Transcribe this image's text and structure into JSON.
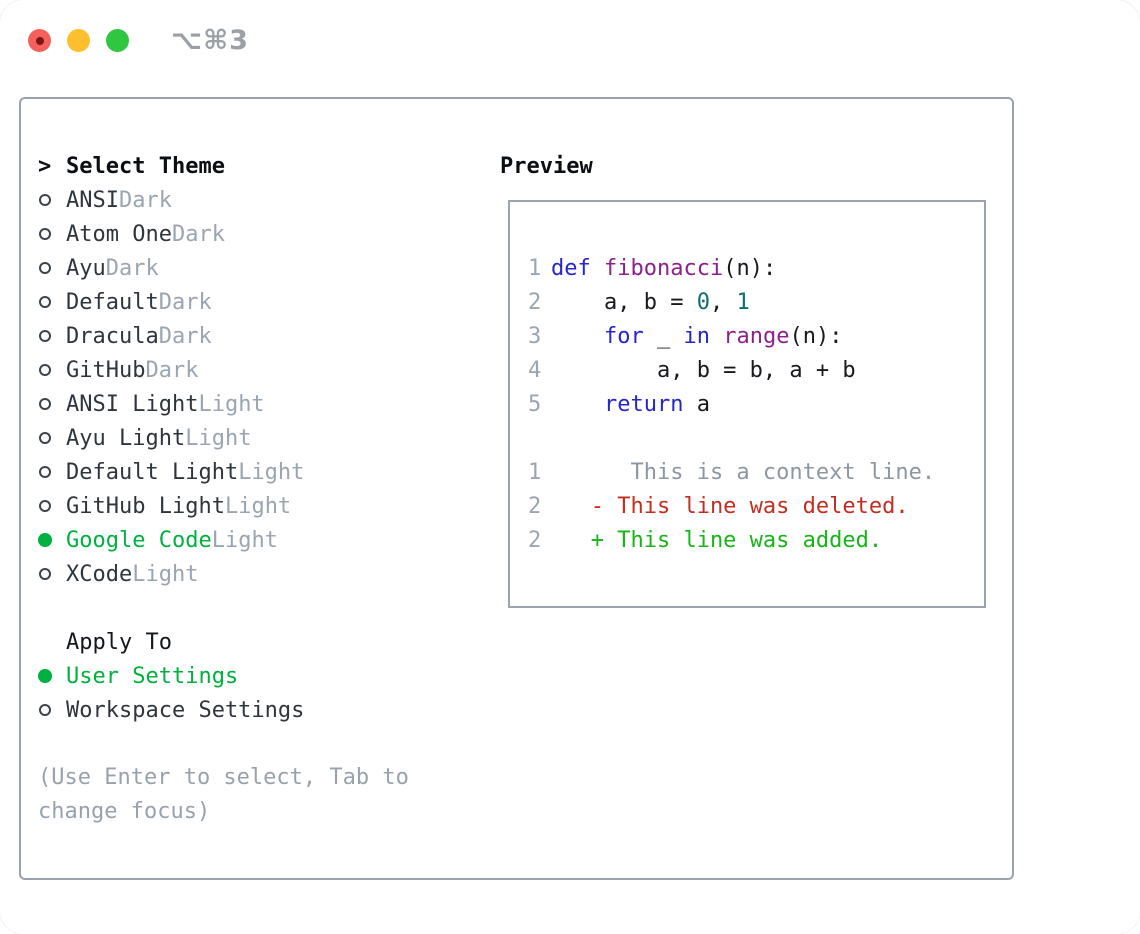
{
  "colors": {
    "keyword": "#2626c9",
    "function": "#8c218c",
    "literal": "#0d6f6f",
    "plain": "#17191c",
    "linenum": "#9aa5b1",
    "context": "#8d97a1",
    "deleted": "#c22f21",
    "added": "#17b517",
    "selected_green": "#00b140",
    "border_gray": "#9aa2ad"
  },
  "titlebar": {
    "shortcut": "⌥⌘3",
    "traffic_lights": [
      {
        "name": "close-button",
        "color": "#f4615c",
        "inner": "#791711"
      },
      {
        "name": "minimize-button",
        "color": "#fcbf2d",
        "inner": ""
      },
      {
        "name": "zoom-button",
        "color": "#30c640",
        "inner": ""
      }
    ]
  },
  "panel": {
    "select_theme": {
      "prompt": ">",
      "header": "Select Theme",
      "items": [
        {
          "name": "ANSI",
          "variant": "Dark",
          "selected": false
        },
        {
          "name": "Atom One",
          "variant": "Dark",
          "selected": false
        },
        {
          "name": "Ayu",
          "variant": "Dark",
          "selected": false
        },
        {
          "name": "Default",
          "variant": "Dark",
          "selected": false
        },
        {
          "name": "Dracula",
          "variant": "Dark",
          "selected": false
        },
        {
          "name": "GitHub",
          "variant": "Dark",
          "selected": false
        },
        {
          "name": "ANSI Light",
          "variant": "Light",
          "selected": false
        },
        {
          "name": "Ayu Light",
          "variant": "Light",
          "selected": false
        },
        {
          "name": "Default Light",
          "variant": "Light",
          "selected": false
        },
        {
          "name": "GitHub Light",
          "variant": "Light",
          "selected": false
        },
        {
          "name": "Google Code",
          "variant": "Light",
          "selected": true
        },
        {
          "name": "XCode",
          "variant": "Light",
          "selected": false
        }
      ]
    },
    "apply_to": {
      "header": "Apply To",
      "items": [
        {
          "name": "User Settings",
          "selected": true
        },
        {
          "name": "Workspace Settings",
          "selected": false
        }
      ]
    },
    "hint_lines": [
      "(Use Enter to select, Tab to",
      "change focus)"
    ]
  },
  "preview": {
    "header": "Preview",
    "code_lines": [
      {
        "num": "1",
        "segments": [
          {
            "t": "def",
            "c": "keyword"
          },
          {
            "t": " ",
            "c": "plain"
          },
          {
            "t": "fibonacci",
            "c": "function"
          },
          {
            "t": "(n):",
            "c": "plain"
          }
        ]
      },
      {
        "num": "2",
        "segments": [
          {
            "t": "    a, b = ",
            "c": "plain"
          },
          {
            "t": "0",
            "c": "literal"
          },
          {
            "t": ", ",
            "c": "plain"
          },
          {
            "t": "1",
            "c": "literal"
          }
        ]
      },
      {
        "num": "3",
        "segments": [
          {
            "t": "    ",
            "c": "plain"
          },
          {
            "t": "for",
            "c": "keyword"
          },
          {
            "t": " _ ",
            "c": "plain"
          },
          {
            "t": "in",
            "c": "keyword"
          },
          {
            "t": " ",
            "c": "plain"
          },
          {
            "t": "range",
            "c": "function"
          },
          {
            "t": "(n):",
            "c": "plain"
          }
        ]
      },
      {
        "num": "4",
        "segments": [
          {
            "t": "        a, b = b, a + b",
            "c": "plain"
          }
        ]
      },
      {
        "num": "5",
        "segments": [
          {
            "t": "    ",
            "c": "plain"
          },
          {
            "t": "return",
            "c": "keyword"
          },
          {
            "t": " a",
            "c": "plain"
          }
        ]
      },
      {
        "blank": true
      },
      {
        "num": "1",
        "segments": [
          {
            "t": "      This is a context line.",
            "c": "context"
          }
        ]
      },
      {
        "num": "2",
        "segments": [
          {
            "t": "   - This line was deleted.",
            "c": "deleted"
          }
        ]
      },
      {
        "num": "2",
        "segments": [
          {
            "t": "   + This line was added.",
            "c": "added"
          }
        ]
      }
    ]
  }
}
